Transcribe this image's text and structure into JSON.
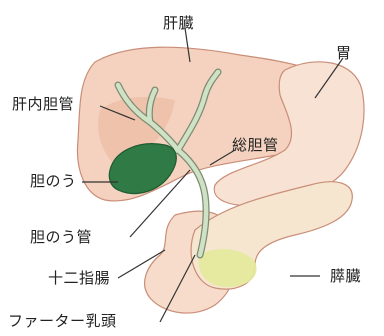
{
  "labels": {
    "liver": "肝臓",
    "stomach": "胃",
    "intrahepatic_duct": "肝内胆管",
    "common_bile_duct": "総胆管",
    "gallbladder": "胆のう",
    "cystic_duct": "胆のう管",
    "duodenum": "十二指腸",
    "pancreas": "膵臓",
    "vater_papilla": "ファーター乳頭"
  },
  "colors": {
    "liver": "#f4d2bf",
    "liver_shadow": "#ebb8a0",
    "stomach": "#f8e2d4",
    "duodenum": "#f7dccb",
    "pancreas": "#f6e6d0",
    "gallbladder": "#2f7a45",
    "bile_duct": "#cfe2c6",
    "bile_duct_edge": "#7d8c72",
    "pancreas_head_tint": "#e3ea9a",
    "outline": "#7a4a3a",
    "leader": "#333333"
  }
}
